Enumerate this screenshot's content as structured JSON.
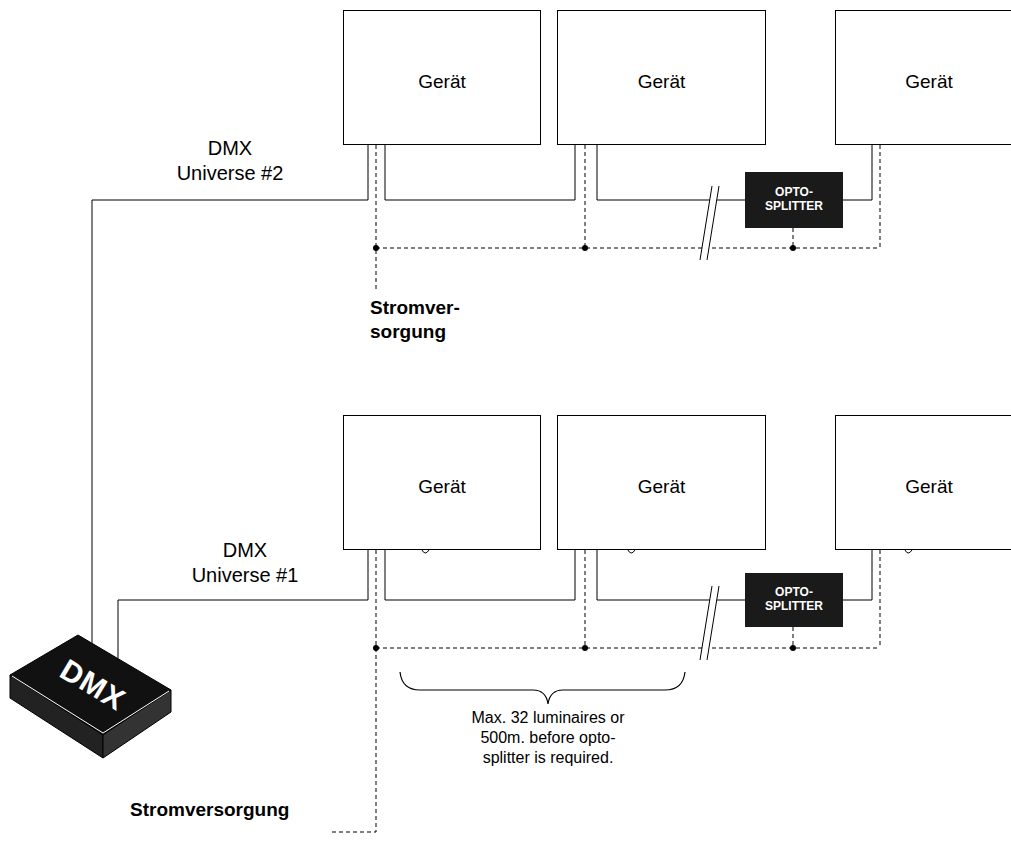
{
  "diagram": {
    "nodes": [
      {
        "text": [
          "Gerät"
        ]
      },
      {
        "text": [
          "Gerät"
        ]
      },
      {
        "text": [
          "Gerät"
        ]
      },
      {
        "text": [
          "OPTO- SPLITTER"
        ]
      },
      {
        "text": [
          "Gerät"
        ]
      },
      {
        "text": [
          "Gerät"
        ]
      },
      {
        "text": [
          "Gerät"
        ]
      },
      {
        "text": [
          "OPTO- SPLITTER"
        ]
      },
      {
        "text": [
          "DMX"
        ]
      }
    ],
    "edges": [
      {
        "from": 8,
        "to": 0,
        "arrow": "none"
      },
      {
        "from": 0,
        "to": 1,
        "arrow": "none"
      },
      {
        "from": 1,
        "to": 3,
        "arrow": "none"
      },
      {
        "from": 3,
        "to": 2,
        "arrow": "none"
      },
      {
        "from": 8,
        "to": 4,
        "arrow": "none"
      },
      {
        "from": 4,
        "to": 5,
        "arrow": "none"
      },
      {
        "from": 5,
        "to": 7,
        "arrow": "none"
      },
      {
        "from": 7,
        "to": 6,
        "arrow": "none"
      }
    ],
    "labels": [
      "DMX Universe #2",
      "Stromver- sorgung",
      "DMX Universe #1",
      "Max. 32 luminaires or 500m. before opto-splitter is required.",
      "Stromversorgung"
    ]
  }
}
